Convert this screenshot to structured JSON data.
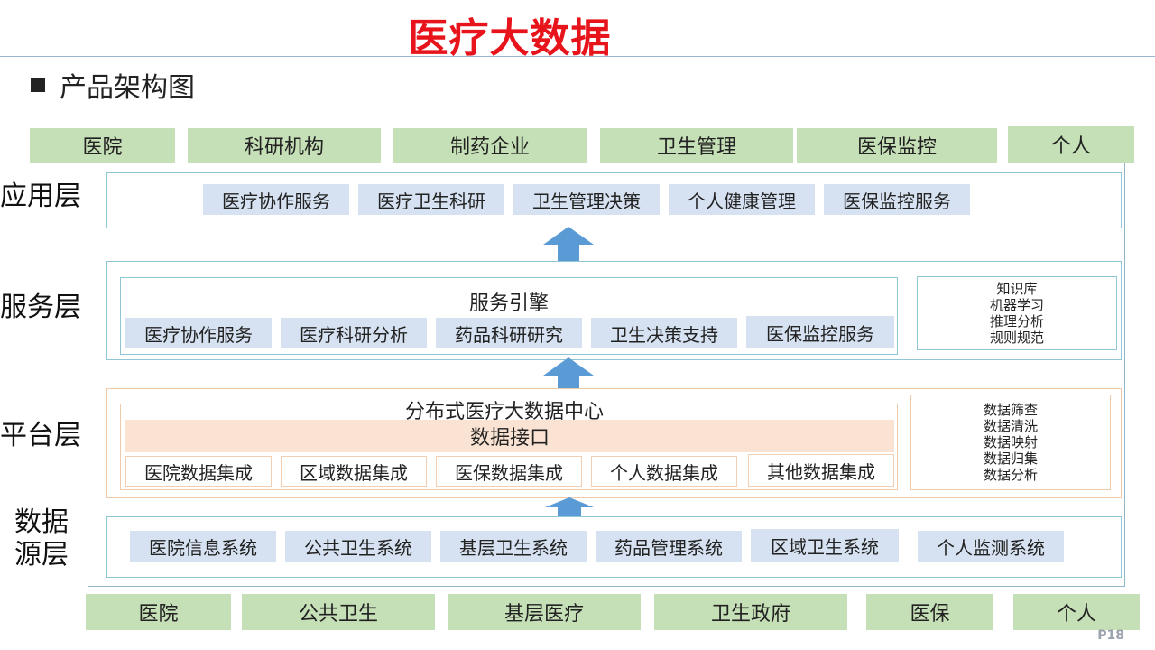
{
  "title": "医疗大数据",
  "subtitle": "产品架构图",
  "top_tabs": [
    "医院",
    "科研机构",
    "制药企业",
    "卫生管理",
    "医保监控",
    "个人"
  ],
  "layers": {
    "app": "应用层",
    "service": "服务层",
    "platform": "平台层",
    "source_line1": "数据",
    "source_line2": "源层"
  },
  "app_items": [
    "医疗协作服务",
    "医疗卫生科研",
    "卫生管理决策",
    "个人健康管理",
    "医保监控服务"
  ],
  "service": {
    "engine_title": "服务引擎",
    "items": [
      "医疗协作服务",
      "医疗科研分析",
      "药品科研研究",
      "卫生决策支持",
      "医保监控服务"
    ],
    "side": [
      "知识库",
      "机器学习",
      "推理分析",
      "规则规范"
    ]
  },
  "platform": {
    "center_title": "分布式医疗大数据中心",
    "interface_label": "数据接口",
    "items": [
      "医院数据集成",
      "区域数据集成",
      "医保数据集成",
      "个人数据集成",
      "其他数据集成"
    ],
    "side": [
      "数据筛查",
      "数据清洗",
      "数据映射",
      "数据归集",
      "数据分析"
    ]
  },
  "source_items": [
    "医院信息系统",
    "公共卫生系统",
    "基层卫生系统",
    "药品管理系统",
    "区域卫生系统",
    "个人监测系统"
  ],
  "bottom_tabs": [
    "医院",
    "公共卫生",
    "基层医疗",
    "卫生政府",
    "医保",
    "个人"
  ],
  "page_number": "P18",
  "colors": {
    "title": "#e8141c",
    "green": "#c5dfb6",
    "chip": "#d6e2f1",
    "interface": "#fbe3d4",
    "arrow": "#5b9bd5"
  }
}
